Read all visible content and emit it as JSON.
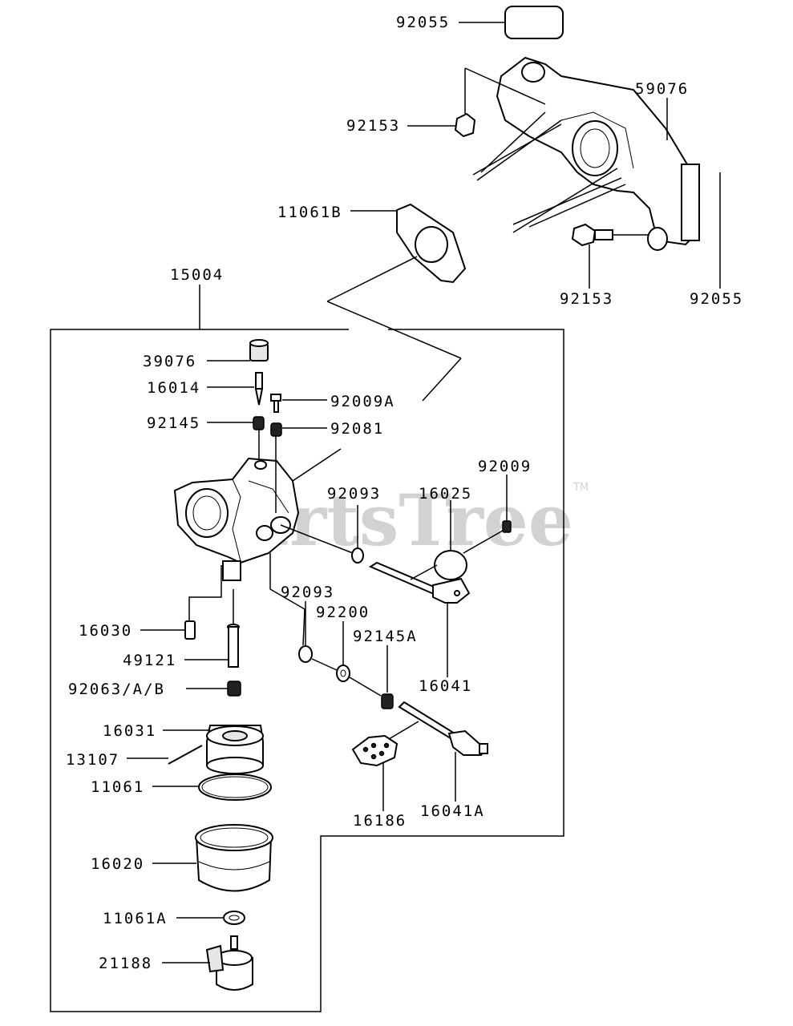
{
  "watermark": {
    "text": "PartsTree",
    "tm": "TM"
  },
  "callouts": {
    "p92055_top": "92055",
    "p59076": "59076",
    "p92153_upper": "92153",
    "p11061B": "11061B",
    "p92153_lower": "92153",
    "p92055_side": "92055",
    "p15004": "15004",
    "p39076": "39076",
    "p16014": "16014",
    "p92009A": "92009A",
    "p92145": "92145",
    "p92081": "92081",
    "p92009": "92009",
    "p92093_upper": "92093",
    "p16025": "16025",
    "p92093_lower": "92093",
    "p92200": "92200",
    "p92145A": "92145A",
    "p16030": "16030",
    "p49121": "49121",
    "p16041": "16041",
    "p92063": "92063/A/B",
    "p16031": "16031",
    "p13107": "13107",
    "p11061": "11061",
    "p16186": "16186",
    "p16041A": "16041A",
    "p16020": "16020",
    "p11061A": "11061A",
    "p21188": "21188"
  }
}
